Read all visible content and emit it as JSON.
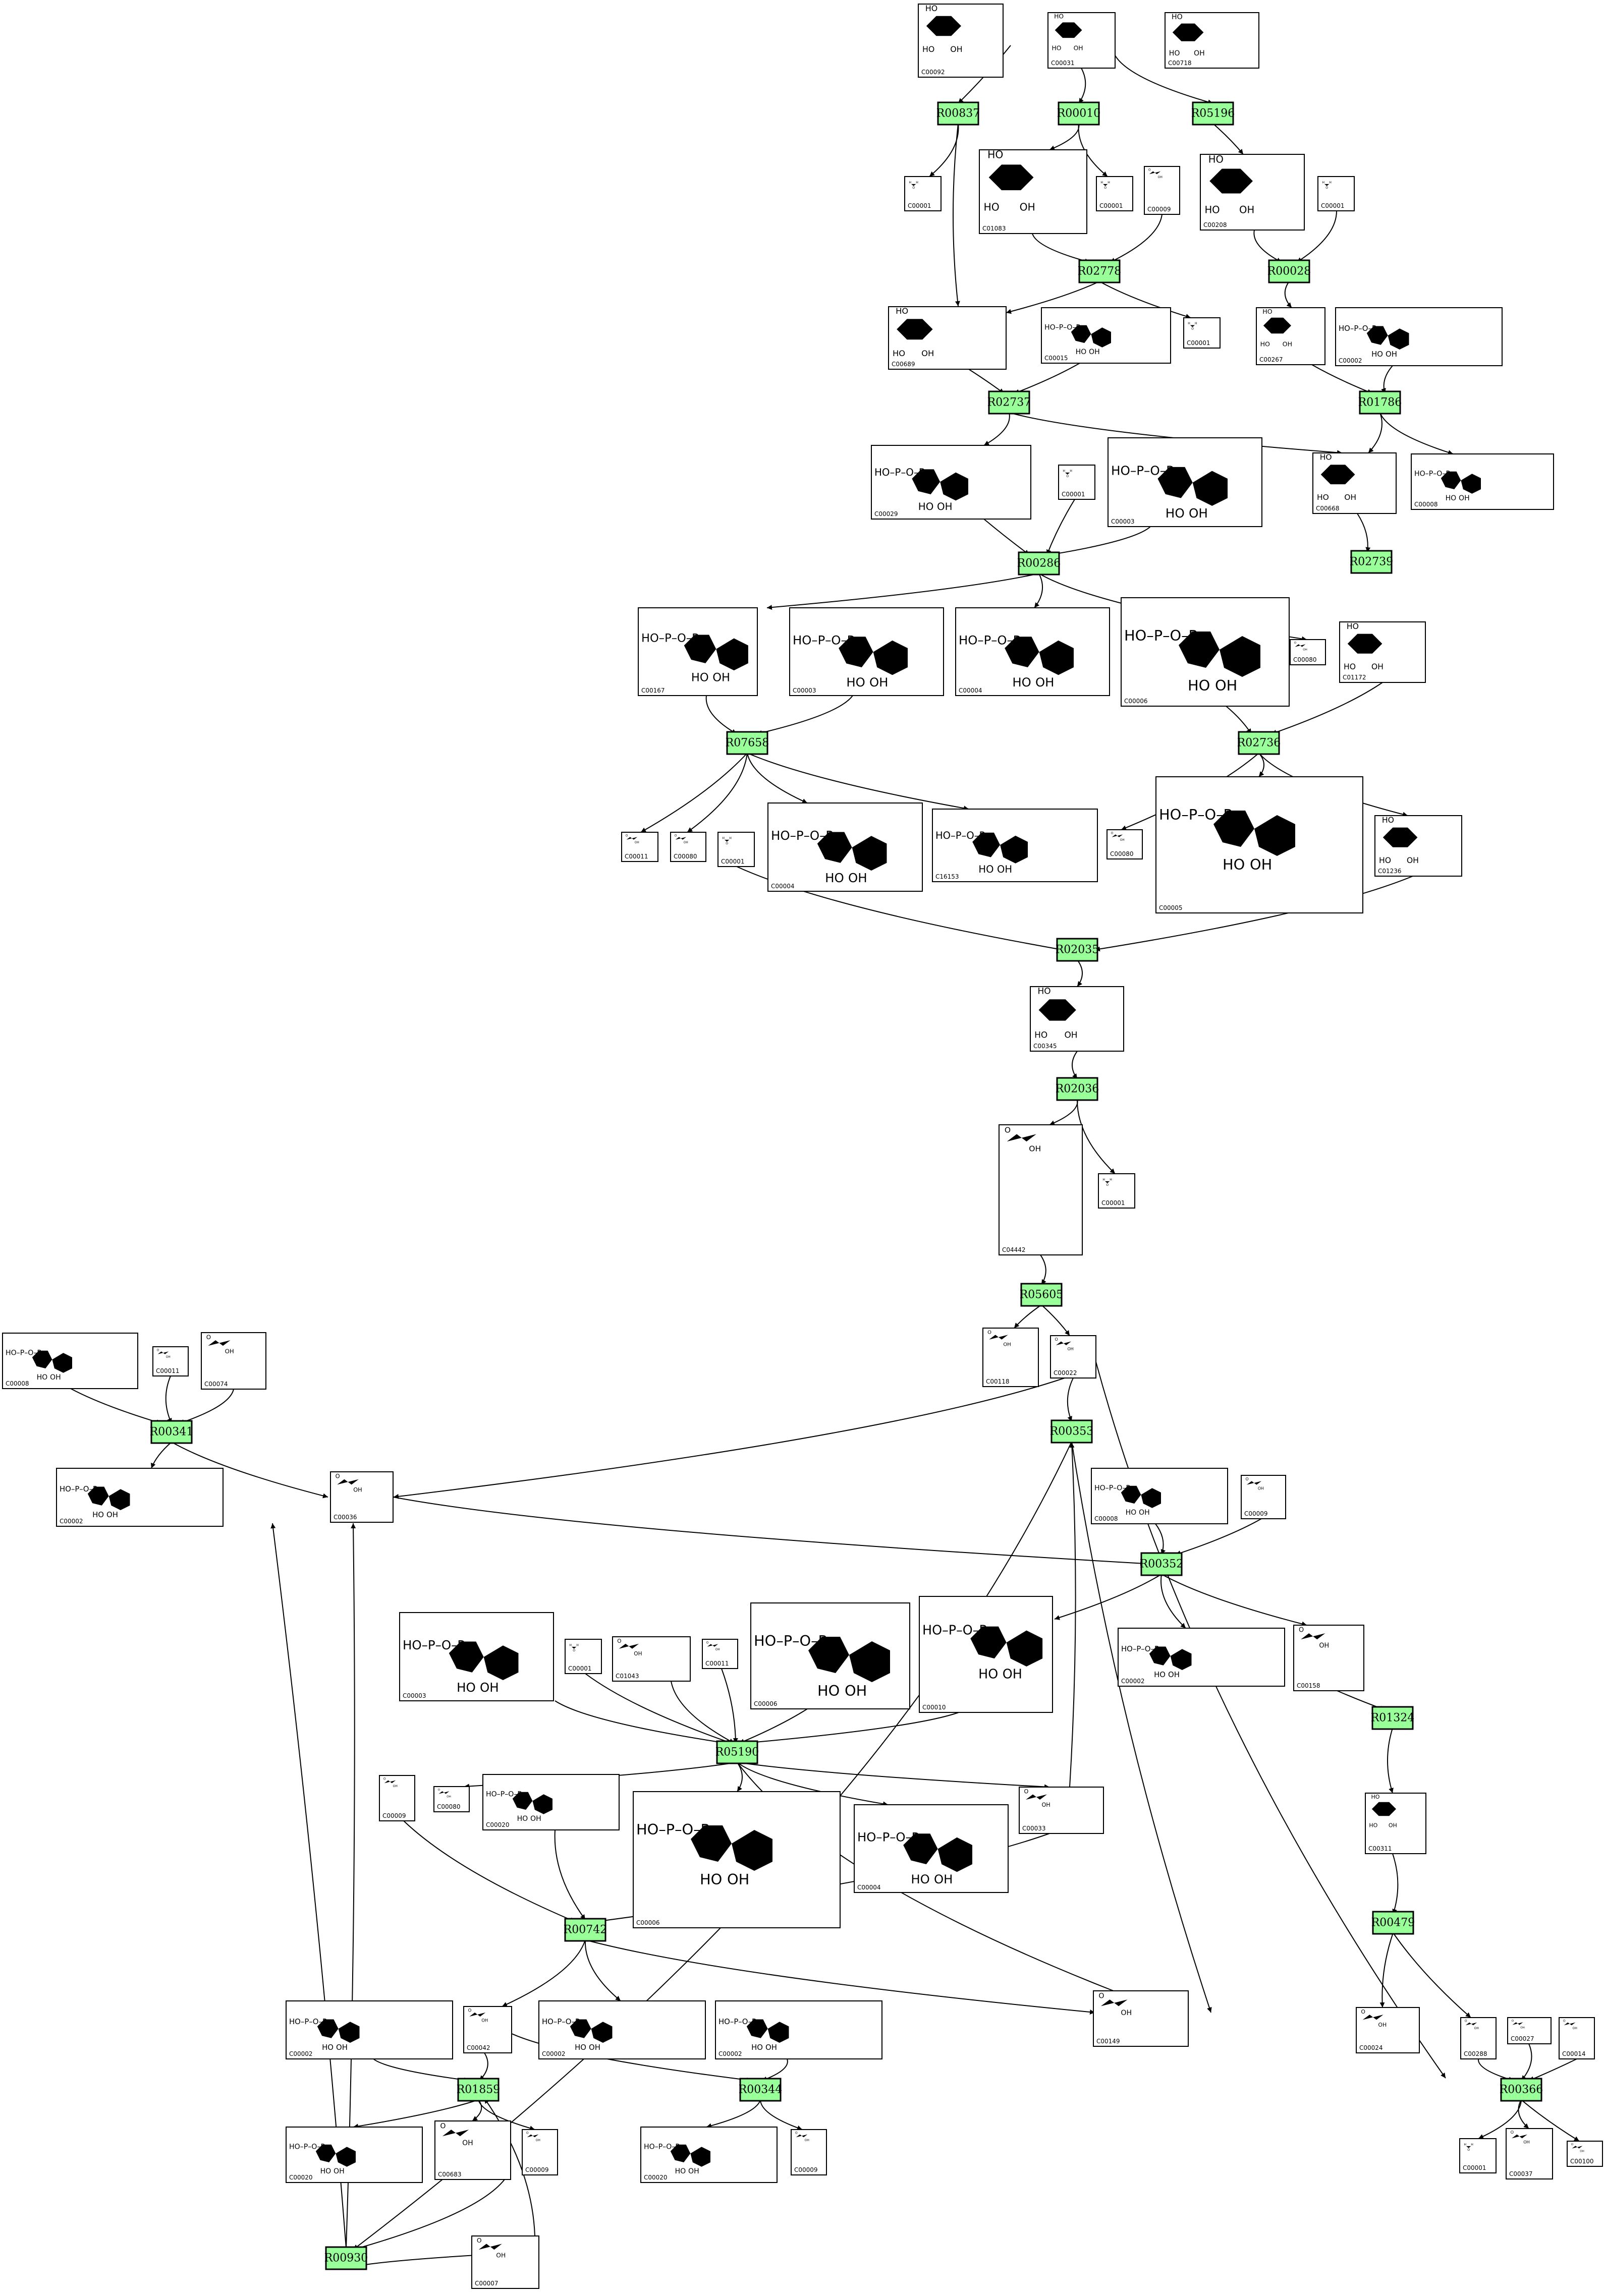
{
  "reactions": [
    {
      "id": "R00837"
    },
    {
      "id": "R00010"
    },
    {
      "id": "R05196"
    },
    {
      "id": "R02778"
    },
    {
      "id": "R00028"
    },
    {
      "id": "R02737"
    },
    {
      "id": "R01786"
    },
    {
      "id": "R00286"
    },
    {
      "id": "R02739"
    },
    {
      "id": "R07658"
    },
    {
      "id": "R02736"
    },
    {
      "id": "R02035"
    },
    {
      "id": "R02036"
    },
    {
      "id": "R05605"
    },
    {
      "id": "R00341"
    },
    {
      "id": "R00353"
    },
    {
      "id": "R00352"
    },
    {
      "id": "R05190"
    },
    {
      "id": "R01324"
    },
    {
      "id": "R00742"
    },
    {
      "id": "R00479"
    },
    {
      "id": "R01859"
    },
    {
      "id": "R00344"
    },
    {
      "id": "R00366"
    },
    {
      "id": "R00930"
    }
  ],
  "compounds": [
    {
      "id": "C00092"
    },
    {
      "id": "C00031"
    },
    {
      "id": "C00718"
    },
    {
      "id": "C00001"
    },
    {
      "id": "C01083"
    },
    {
      "id": "C00009"
    },
    {
      "id": "C00208"
    },
    {
      "id": "C00689"
    },
    {
      "id": "C00015"
    },
    {
      "id": "C00267"
    },
    {
      "id": "C00002"
    },
    {
      "id": "C00029"
    },
    {
      "id": "C00003"
    },
    {
      "id": "C00668"
    },
    {
      "id": "C00008"
    },
    {
      "id": "C00167"
    },
    {
      "id": "C00004"
    },
    {
      "id": "C00006"
    },
    {
      "id": "C00080"
    },
    {
      "id": "C01172"
    },
    {
      "id": "C00011"
    },
    {
      "id": "C16153"
    },
    {
      "id": "C00005"
    },
    {
      "id": "C01236"
    },
    {
      "id": "C00345"
    },
    {
      "id": "C04442"
    },
    {
      "id": "C00118"
    },
    {
      "id": "C00022"
    },
    {
      "id": "C00074"
    },
    {
      "id": "C00036"
    },
    {
      "id": "C01043"
    },
    {
      "id": "C00010"
    },
    {
      "id": "C00158"
    },
    {
      "id": "C00020"
    },
    {
      "id": "C00033"
    },
    {
      "id": "C00311"
    },
    {
      "id": "C00024"
    },
    {
      "id": "C00042"
    },
    {
      "id": "C00149"
    },
    {
      "id": "C00288"
    },
    {
      "id": "C00027"
    },
    {
      "id": "C00014"
    },
    {
      "id": "C00683"
    },
    {
      "id": "C00037"
    },
    {
      "id": "C00100"
    },
    {
      "id": "C00007"
    }
  ]
}
